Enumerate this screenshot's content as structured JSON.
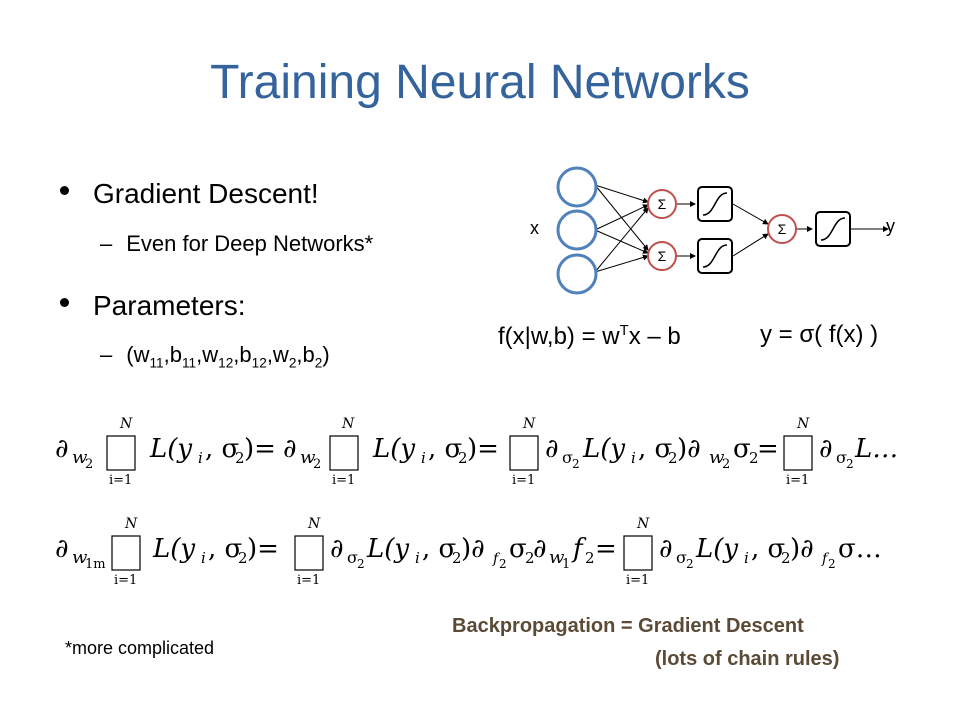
{
  "title": "Training Neural Networks",
  "bullets": [
    {
      "text": "Gradient Descent!",
      "sub": "Even for Deep Networks*"
    },
    {
      "text": "Parameters:"
    }
  ],
  "params": {
    "open": "(w",
    "s1": "11",
    "c1": ",b",
    "s2": "11",
    "c2": ",w",
    "s3": "12",
    "c3": ",b",
    "s4": "12",
    "c4": ",w",
    "s5": "2",
    "c5": ",b",
    "s6": "2",
    "close": ")"
  },
  "network": {
    "input_label": "x",
    "output_label": "y",
    "sum_symbol": "Σ",
    "node_color": "#4f81bd"
  },
  "formula_f": {
    "pre": "f(x|w,b) = w",
    "sup": "T",
    "post": "x – b"
  },
  "formula_y": "y = σ( f(x) )",
  "equations": {
    "N": "N",
    "i1": "i=1",
    "eq1_terms": [
      "∂",
      "w",
      "2",
      "L(y",
      "i",
      ", σ",
      "2",
      ")"
    ],
    "eq2_terms": [
      "∂",
      "w",
      "1m",
      "L(y",
      "i",
      ", σ",
      "2",
      ")"
    ]
  },
  "footnote": "*more complicated",
  "backprop_line1": "Backpropagation = Gradient Descent",
  "backprop_line2": "(lots of chain rules)"
}
